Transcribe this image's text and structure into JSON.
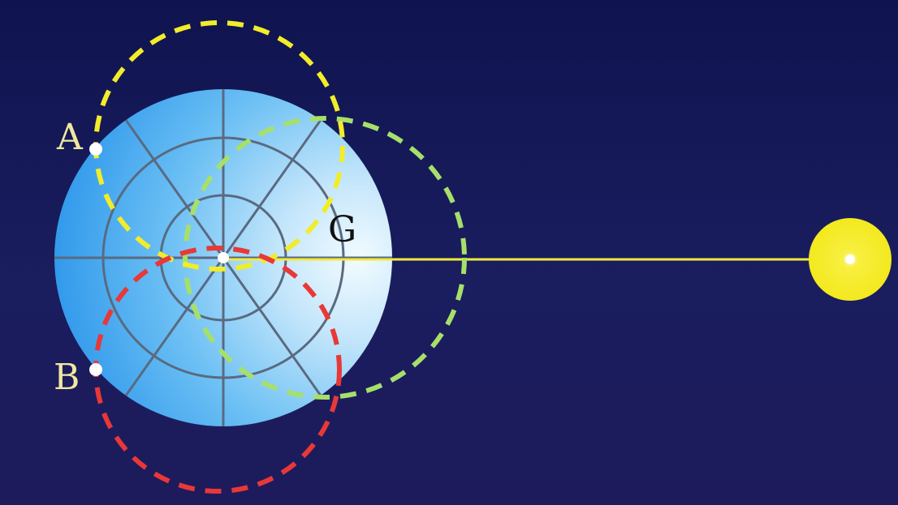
{
  "diagram": {
    "labels": {
      "a": "A",
      "b": "B",
      "g": "G"
    },
    "colors": {
      "background": "#14175a",
      "globe_light": "#e8f5ff",
      "globe_dark": "#2b9bf0",
      "grid_line": "#5a6a80",
      "yellow_circle": "#f2ec2a",
      "green_circle": "#a6e06a",
      "red_circle": "#e83838",
      "sun": "#f5ec1a",
      "sun_ray": "#f0ea3a",
      "label_yellow": "#f0e8a0",
      "label_dark": "#111111",
      "point": "#ffffff"
    }
  }
}
